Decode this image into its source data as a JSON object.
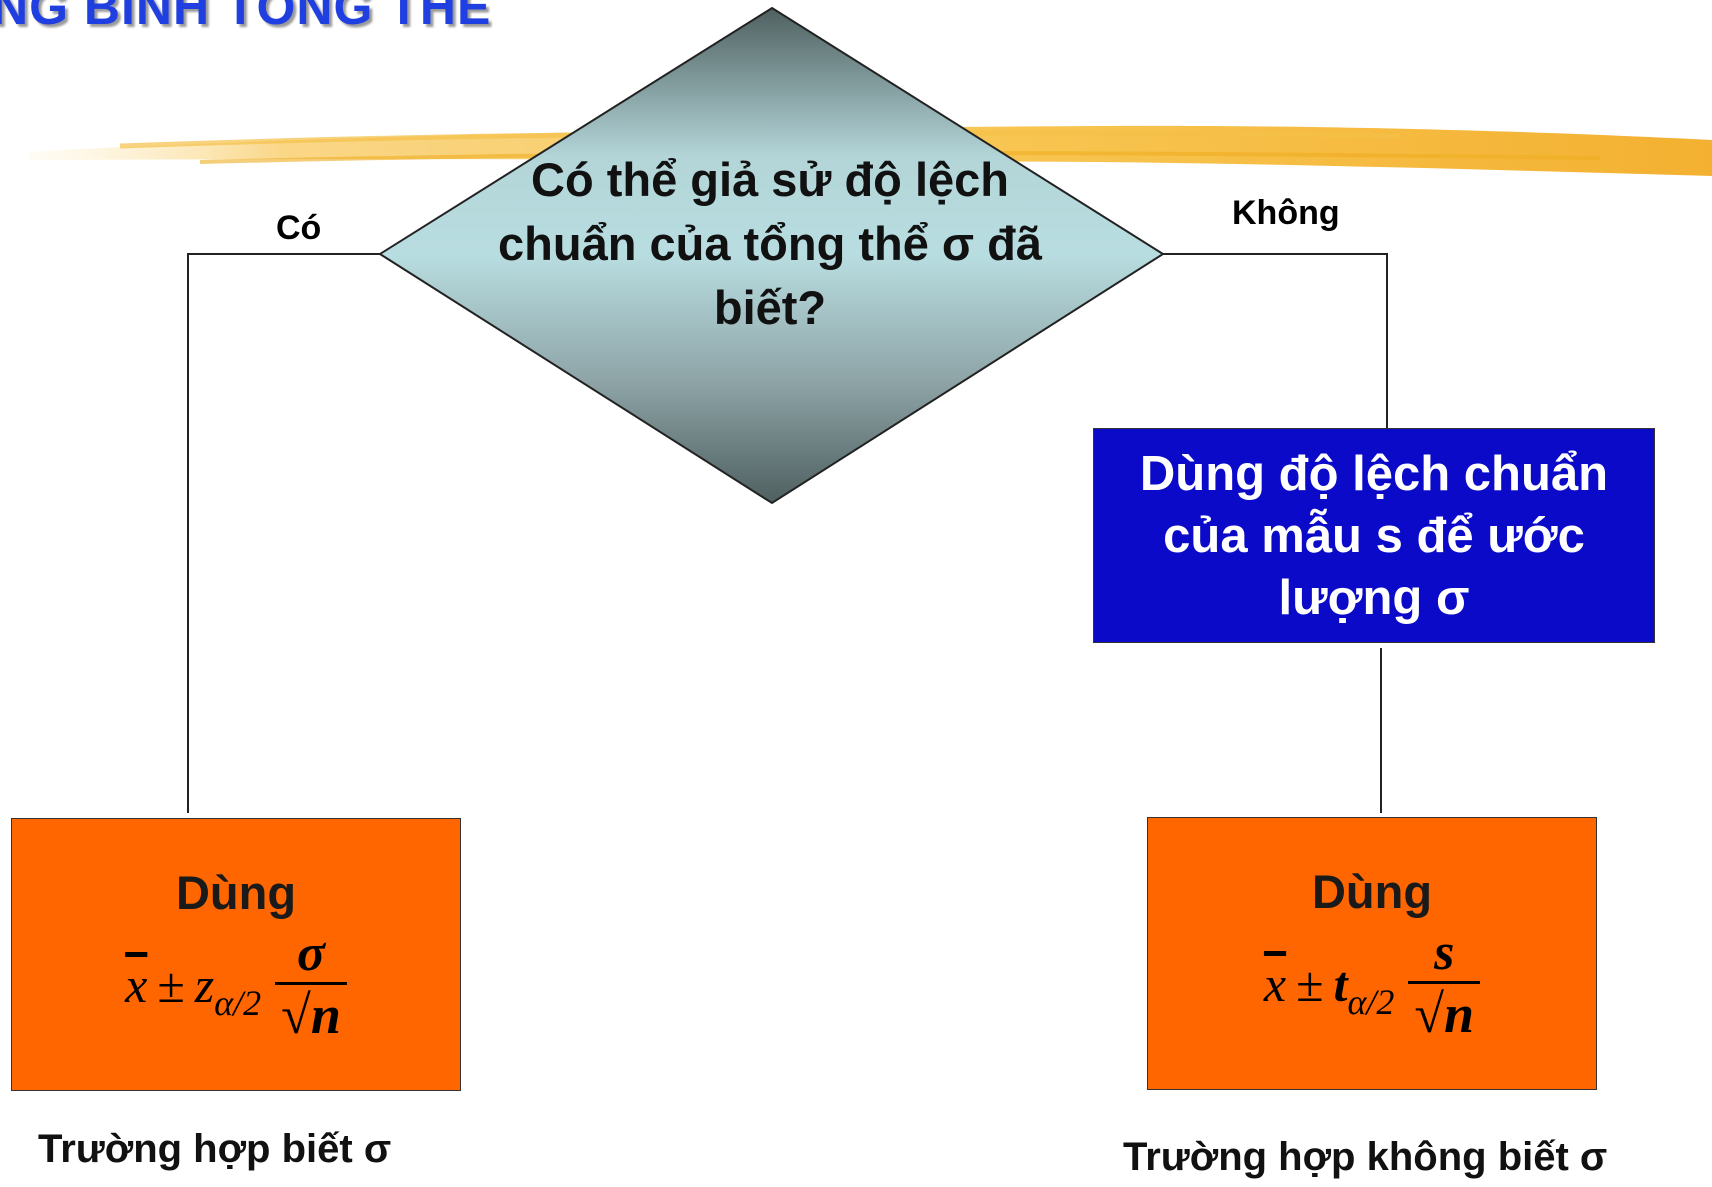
{
  "title": "NG BÌNH TỔNG THỂ",
  "decision": {
    "question": "Có thể giả sử độ lệch chuẩn của tổng thể σ đã biết?",
    "yes_label": "Có",
    "no_label": "Không"
  },
  "estimate_box": {
    "text": "Dùng độ lệch chuẩn của mẫu s để ước lượng σ"
  },
  "known_case": {
    "use_label": "Dùng",
    "formula": {
      "xbar": "x",
      "pm": "±",
      "stat": "z",
      "sub": "α/2",
      "numerator": "σ",
      "root": "√",
      "n": "n"
    },
    "caption": "Trường hợp biết σ"
  },
  "unknown_case": {
    "use_label": "Dùng",
    "formula": {
      "xbar": "x",
      "pm": "±",
      "stat": "t",
      "sub": "α/2",
      "numerator": "s",
      "root": "√",
      "n": "n"
    },
    "caption": "Trường hợp không biết σ"
  },
  "colors": {
    "title": "#1f3fe0",
    "diamond_top": "#4f6060",
    "diamond_side": "#b8dde0",
    "estimate_box": "#0a0ac8",
    "result_box": "#ff6600",
    "brush_stroke": "#f5b52a"
  }
}
